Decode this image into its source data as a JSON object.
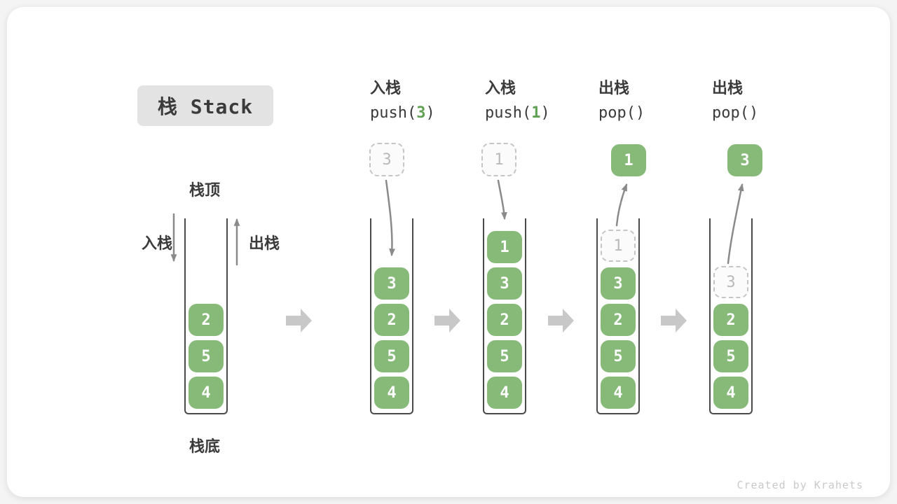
{
  "title": {
    "text": "栈 Stack"
  },
  "stack_labels": {
    "top": "栈顶",
    "bottom": "栈底",
    "push_side": "入栈",
    "pop_side": "出栈"
  },
  "initial_stack": {
    "items": [
      "2",
      "5",
      "4"
    ]
  },
  "columns": [
    {
      "header": {
        "op": "入栈",
        "code": [
          "push(",
          "3",
          ")"
        ]
      },
      "float": {
        "value": "3",
        "style": "dashed"
      },
      "ghost": null,
      "items": [
        "3",
        "2",
        "5",
        "4"
      ]
    },
    {
      "header": {
        "op": "入栈",
        "code": [
          "push(",
          "1",
          ")"
        ]
      },
      "float": {
        "value": "1",
        "style": "dashed"
      },
      "ghost": null,
      "items": [
        "1",
        "3",
        "2",
        "5",
        "4"
      ]
    },
    {
      "header": {
        "op": "出栈",
        "code": [
          "pop(",
          "",
          ")"
        ]
      },
      "float": {
        "value": "1",
        "style": "solid"
      },
      "ghost": "1",
      "items": [
        "3",
        "2",
        "5",
        "4"
      ]
    },
    {
      "header": {
        "op": "出栈",
        "code": [
          "pop(",
          "",
          ")"
        ]
      },
      "float": {
        "value": "3",
        "style": "solid"
      },
      "ghost": "3",
      "items": [
        "2",
        "5",
        "4"
      ]
    }
  ],
  "watermark": "Created by Krahets",
  "colors": {
    "cell_green": "#87ba79",
    "code_arg_green": "#5fa052",
    "dark_text": "#3b3b3b",
    "arrow_gray": "#8a8a8a",
    "block_arrow_gray": "#c8c8c8",
    "dashed_border": "#c5c5c5",
    "ghost_text": "#b9b9b9",
    "title_bg": "#e3e3e3",
    "wall": "#4a4a4a",
    "watermark_gray": "#c9c9c9"
  }
}
